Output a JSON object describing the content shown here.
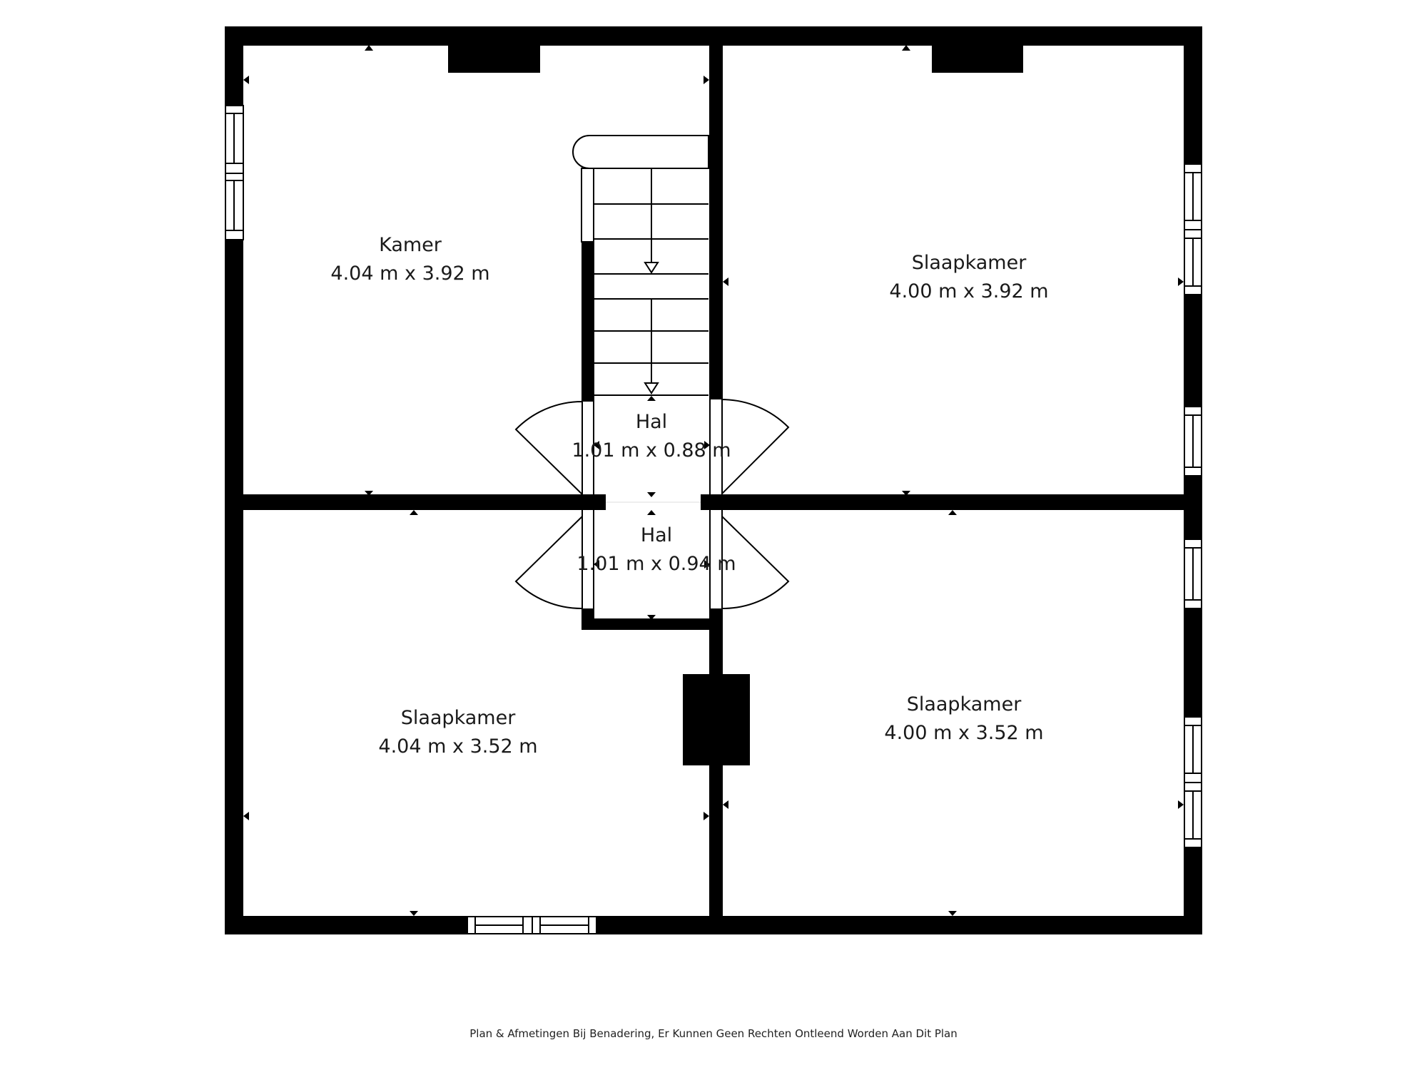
{
  "floorplan": {
    "rooms": [
      {
        "id": "kamer",
        "name": "Kamer",
        "dims": "4.04 m x 3.92 m"
      },
      {
        "id": "slaapkamer-ne",
        "name": "Slaapkamer",
        "dims": "4.00 m x 3.92 m"
      },
      {
        "id": "hal-upper",
        "name": "Hal",
        "dims": "1.01 m x 0.88 m"
      },
      {
        "id": "hal-lower",
        "name": "Hal",
        "dims": "1.01 m x 0.94 m"
      },
      {
        "id": "slaapkamer-sw",
        "name": "Slaapkamer",
        "dims": "4.04 m x 3.52 m"
      },
      {
        "id": "slaapkamer-se",
        "name": "Slaapkamer",
        "dims": "4.00 m x 3.52 m"
      }
    ],
    "footer": "Plan & Afmetingen Bij Benadering, Er Kunnen Geen Rechten Ontleend Worden Aan Dit Plan",
    "icons": {
      "stair": "staircase-icon",
      "door": "door-swing-icon",
      "window": "window-icon",
      "chimney": "chimney-icon",
      "marker": "dimension-marker-icon"
    },
    "colors": {
      "wall": "#000000",
      "background": "#ffffff",
      "text": "#1a1a1a"
    }
  }
}
